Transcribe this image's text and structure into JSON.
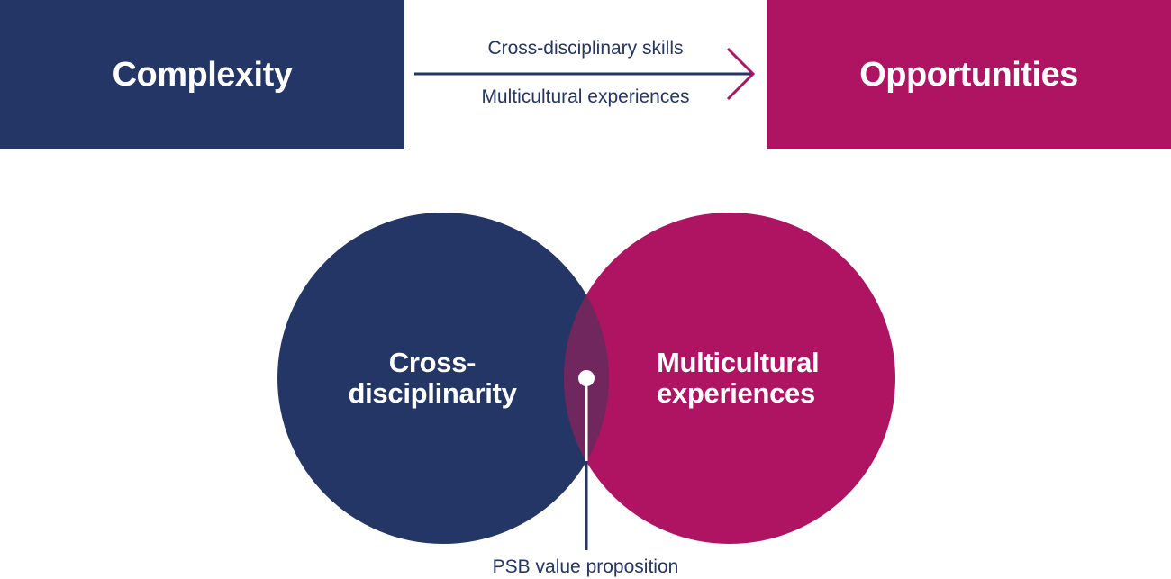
{
  "colors": {
    "navy": "#243666",
    "magenta": "#ae1462",
    "overlap": "#70275e",
    "white": "#ffffff"
  },
  "flow": {
    "left_box": "Complexity",
    "right_box": "Opportunities",
    "arrow_label_top": "Cross-disciplinary skills",
    "arrow_label_bottom": "Multicultural experiences"
  },
  "venn": {
    "left_circle_line1": "Cross-",
    "left_circle_line2": "disciplinarity",
    "right_circle_line1": "Multicultural",
    "right_circle_line2": "experiences",
    "intersection_label": "PSB value proposition"
  }
}
